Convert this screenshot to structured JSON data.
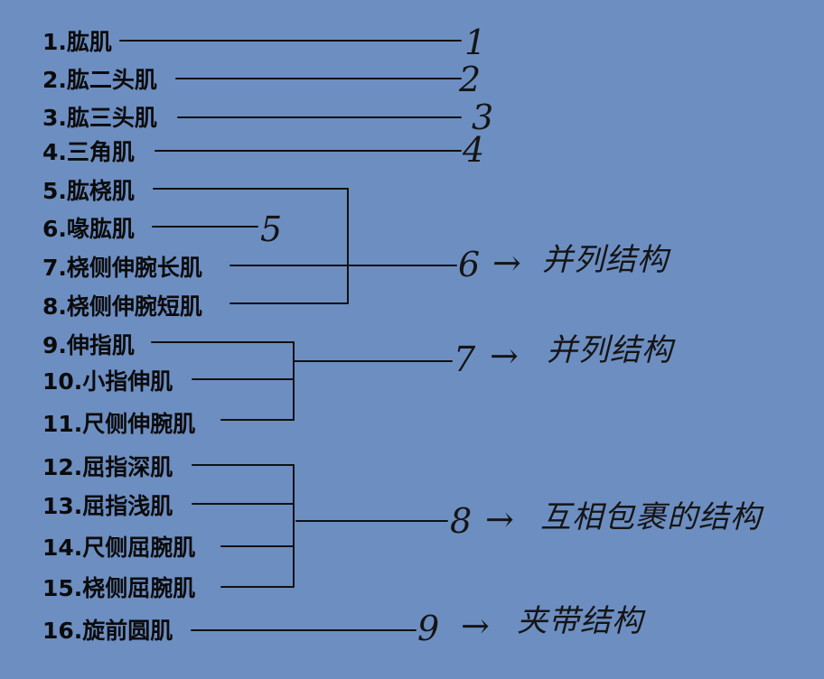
{
  "muscles": [
    "1.肱肌",
    "2.肱二头肌",
    "3.肱三头肌",
    "4.三角肌",
    "5.肱桡肌",
    "6.喙肱肌",
    "7.桡侧伸腕长肌",
    "8.桡侧伸腕短肌",
    "9.伸指肌",
    "10.小指伸肌",
    "11.尺侧伸腕肌",
    "12.屈指深肌",
    "13.屈指浅肌",
    "14.尺侧屈腕肌",
    "15.桡侧屈腕肌",
    "16.旋前圆肌"
  ],
  "handwritten": {
    "n1": "1",
    "n2": "2",
    "n3": "3",
    "n4": "4",
    "n5": "5",
    "n6": "6",
    "n7": "7",
    "n8": "8",
    "n9": "9",
    "arrow": "→",
    "note6": "并列结构",
    "note7": "并列结构",
    "note8": "互相包裹的结构",
    "note9": "夹带结构"
  }
}
